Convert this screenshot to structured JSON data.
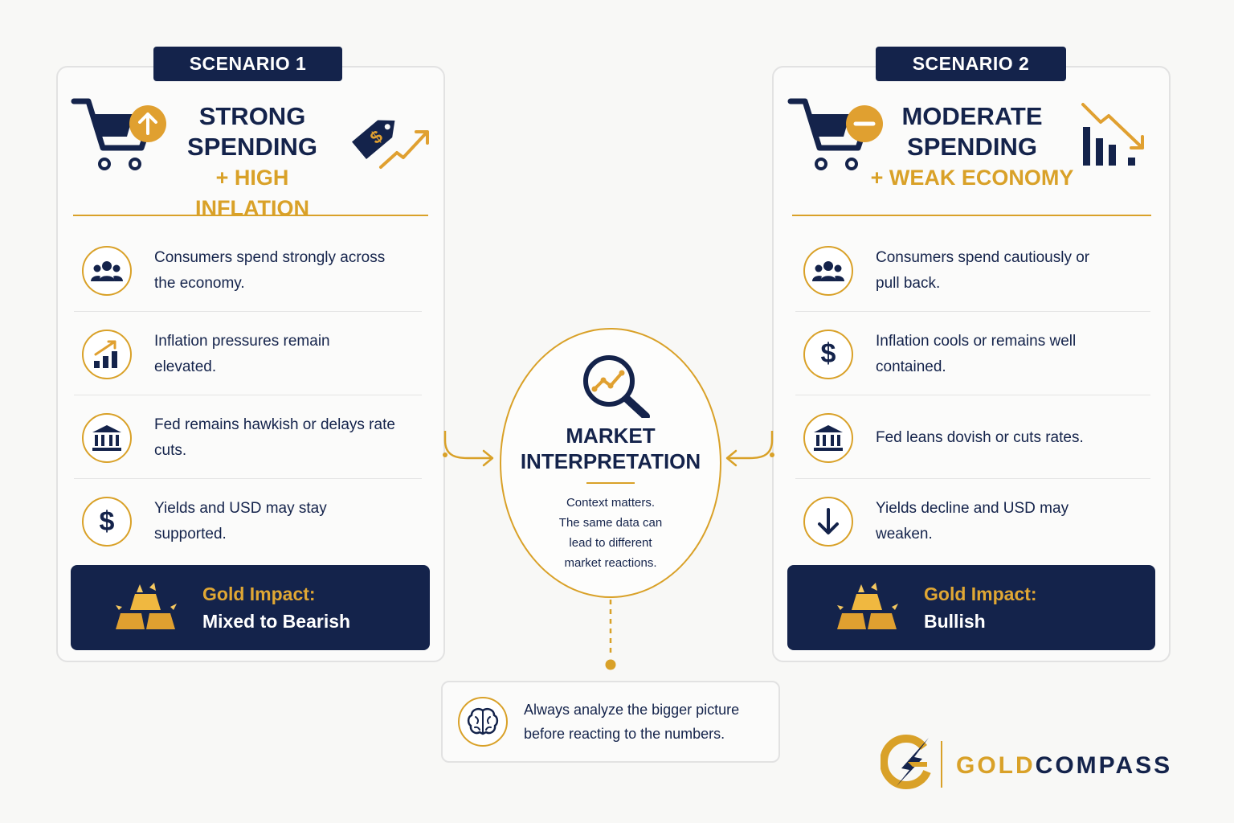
{
  "scenario1": {
    "label": "SCENARIO 1",
    "title_line1": "STRONG",
    "title_line2": "SPENDING",
    "title_accent": "+ HIGH INFLATION",
    "rows": [
      {
        "icon": "people-icon",
        "text": "Consumers spend strongly across the economy."
      },
      {
        "icon": "rising-bars-icon",
        "text": "Inflation pressures remain elevated."
      },
      {
        "icon": "bank-icon",
        "text": "Fed remains hawkish or delays rate cuts."
      },
      {
        "icon": "dollar-icon",
        "text": "Yields and USD may stay supported."
      }
    ],
    "impact_title": "Gold Impact:",
    "impact_value": "Mixed to Bearish"
  },
  "scenario2": {
    "label": "SCENARIO 2",
    "title_line1": "MODERATE",
    "title_line2": "SPENDING",
    "title_accent": "+ WEAK ECONOMY",
    "rows": [
      {
        "icon": "people-icon",
        "text": "Consumers spend cautiously or pull back."
      },
      {
        "icon": "dollar-icon",
        "text": "Inflation cools or remains well contained."
      },
      {
        "icon": "bank-icon",
        "text": "Fed leans dovish or cuts rates."
      },
      {
        "icon": "down-arrow-icon",
        "text": "Yields decline and USD may weaken."
      }
    ],
    "impact_title": "Gold Impact:",
    "impact_value": "Bullish"
  },
  "center": {
    "title": "MARKET INTERPRETATION",
    "line1": "Context matters.",
    "line2": "The same data can",
    "line3": "lead to different",
    "line4": "market reactions."
  },
  "tip": {
    "line1": "Always analyze the bigger picture",
    "line2": "before reacting to the numbers."
  },
  "logo": {
    "part1": "GOLD",
    "part2": "COMPASS"
  },
  "colors": {
    "navy": "#14234b",
    "gold": "#d9a128",
    "background": "#f8f8f6"
  }
}
